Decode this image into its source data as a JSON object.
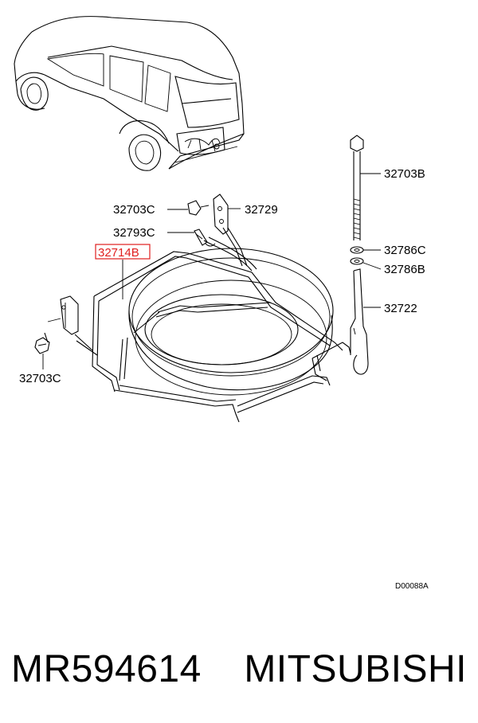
{
  "callouts": {
    "c1": "32703B",
    "c2": "32703C",
    "c3": "32729",
    "c4": "32793C",
    "c5": "32714B",
    "c6": "32786C",
    "c7": "32786B",
    "c8": "32722",
    "c9": "32703C"
  },
  "highlight_color": "#e01e1e",
  "diagram_code": "D00088A",
  "footer": {
    "part_number": "MR594614",
    "brand": "MITSUBISHI"
  }
}
